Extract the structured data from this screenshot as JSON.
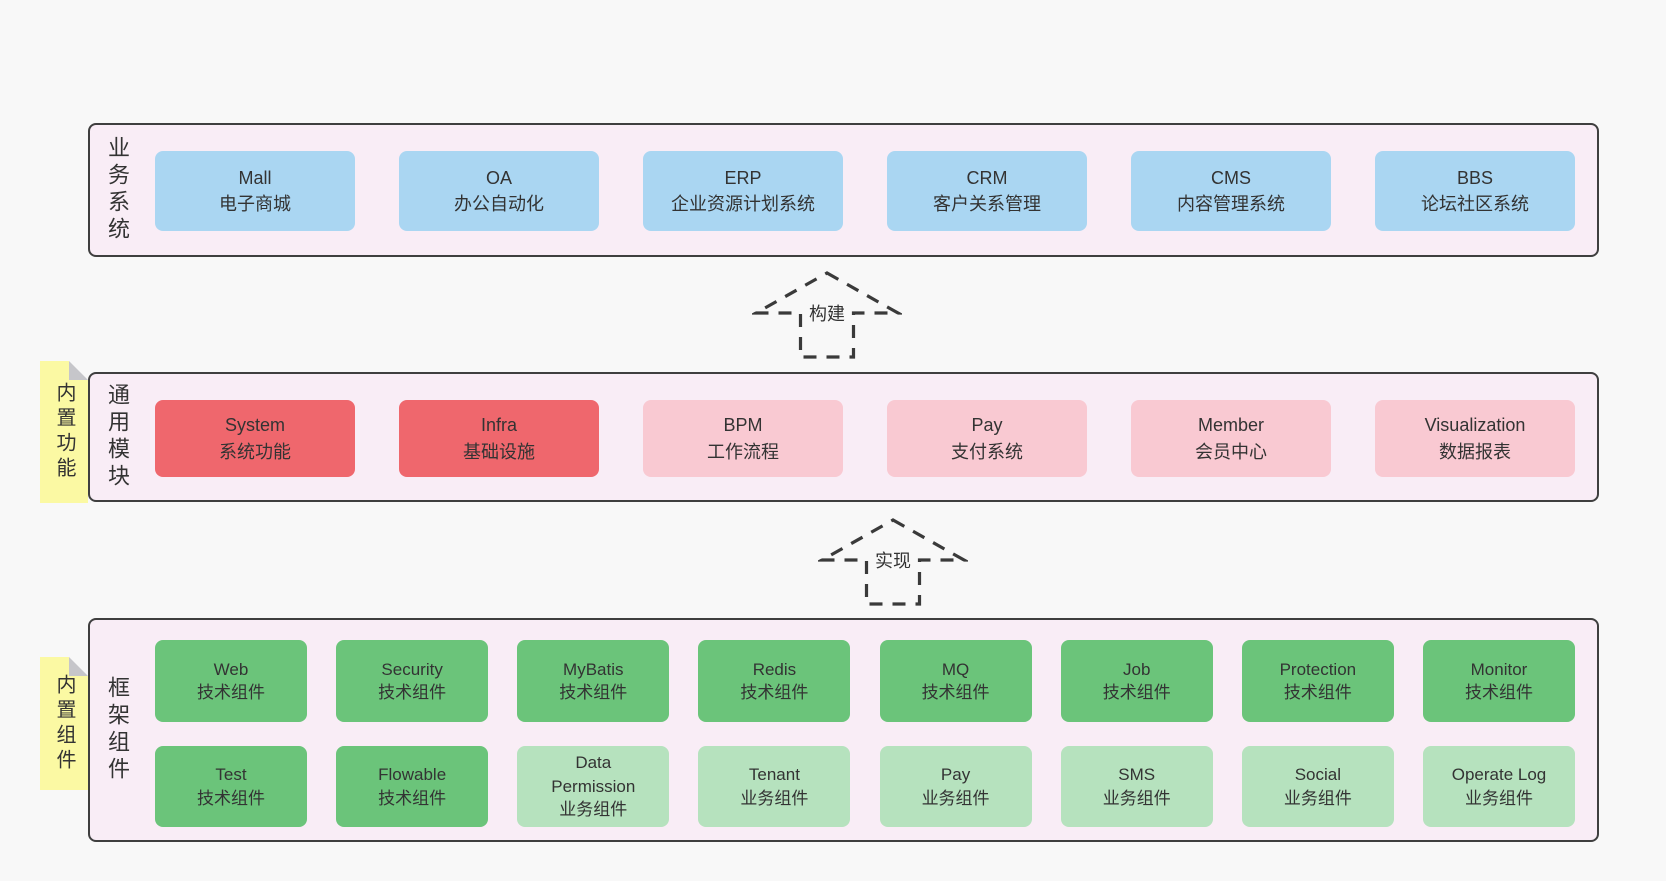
{
  "colors": {
    "page_bg": "#f8f8f8",
    "panel_bg": "#f9edf6",
    "panel_border": "#3f3f3f",
    "blue": "#aad6f2",
    "red": "#ef676d",
    "pink": "#f9c9d2",
    "green": "#6bc47a",
    "green_light": "#b6e2be",
    "note_yellow": "#fbf9a3",
    "fold_gray": "#c6c6ca",
    "text": "#333333",
    "arrow": "#3a3a3a"
  },
  "layers": [
    {
      "label": "业务系统",
      "rows": [
        [
          {
            "title": "Mall",
            "subtitle": "电子商城"
          },
          {
            "title": "OA",
            "subtitle": "办公自动化"
          },
          {
            "title": "ERP",
            "subtitle": "企业资源计划系统"
          },
          {
            "title": "CRM",
            "subtitle": "客户关系管理"
          },
          {
            "title": "CMS",
            "subtitle": "内容管理系统"
          },
          {
            "title": "BBS",
            "subtitle": "论坛社区系统"
          }
        ]
      ]
    },
    {
      "label": "通用模块",
      "note": "内置功能",
      "rows": [
        [
          {
            "title": "System",
            "subtitle": "系统功能"
          },
          {
            "title": "Infra",
            "subtitle": "基础设施"
          },
          {
            "title": "BPM",
            "subtitle": "工作流程"
          },
          {
            "title": "Pay",
            "subtitle": "支付系统"
          },
          {
            "title": "Member",
            "subtitle": "会员中心"
          },
          {
            "title": "Visualization",
            "subtitle": "数据报表"
          }
        ]
      ]
    },
    {
      "label": "框架组件",
      "note": "内置组件",
      "rows": [
        [
          {
            "title": "Web",
            "subtitle": "技术组件"
          },
          {
            "title": "Security",
            "subtitle": "技术组件"
          },
          {
            "title": "MyBatis",
            "subtitle": "技术组件"
          },
          {
            "title": "Redis",
            "subtitle": "技术组件"
          },
          {
            "title": "MQ",
            "subtitle": "技术组件"
          },
          {
            "title": "Job",
            "subtitle": "技术组件"
          },
          {
            "title": "Protection",
            "subtitle": "技术组件"
          },
          {
            "title": "Monitor",
            "subtitle": "技术组件"
          }
        ],
        [
          {
            "title": "Test",
            "subtitle": "技术组件"
          },
          {
            "title": "Flowable",
            "subtitle": "技术组件"
          },
          {
            "title": "Data Permission",
            "subtitle": "业务组件"
          },
          {
            "title": "Tenant",
            "subtitle": "业务组件"
          },
          {
            "title": "Pay",
            "subtitle": "业务组件"
          },
          {
            "title": "SMS",
            "subtitle": "业务组件"
          },
          {
            "title": "Social",
            "subtitle": "业务组件"
          },
          {
            "title": "Operate Log",
            "subtitle": "业务组件"
          }
        ]
      ]
    }
  ],
  "arrows": [
    {
      "label": "构建"
    },
    {
      "label": "实现"
    }
  ]
}
